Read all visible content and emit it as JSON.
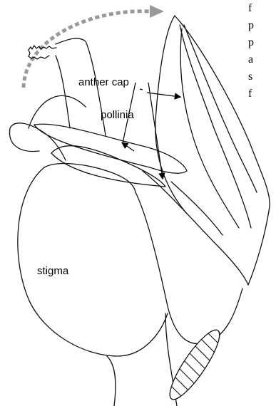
{
  "labels": {
    "anther_cap": "anther cap",
    "pollinia": "pollinia",
    "stigma": "stigma"
  },
  "side_text_fragments": [
    "f",
    "p",
    "p",
    "a",
    "s",
    "f"
  ],
  "colors": {
    "ink": "#111111",
    "dotted_arrow": "#999999",
    "background": "#ffffff"
  }
}
